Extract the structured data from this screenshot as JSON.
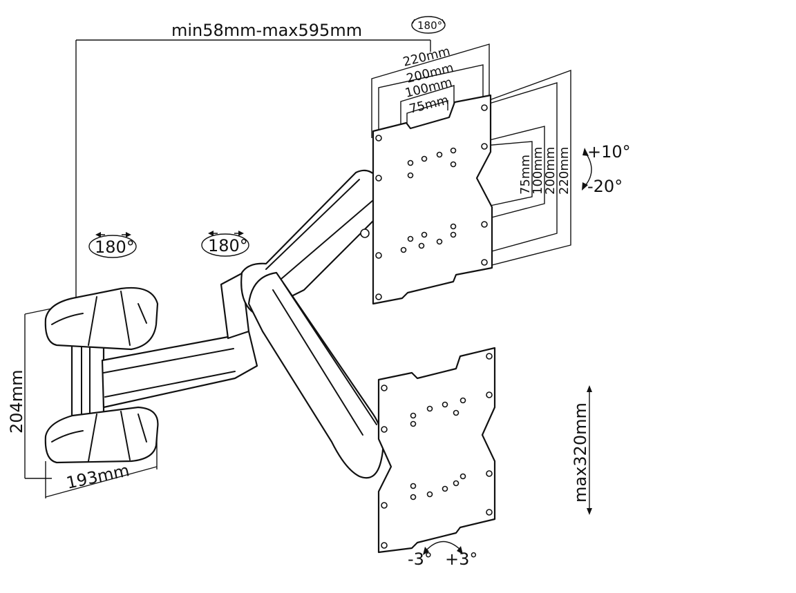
{
  "dimensions": {
    "extension": "min58mm-max595mm",
    "wall_plate_height": "204mm",
    "wall_plate_width": "193mm",
    "vesa_horizontal": [
      "220mm",
      "200mm",
      "100mm",
      "75mm"
    ],
    "vesa_vertical": [
      "75mm",
      "100mm",
      "200mm",
      "220mm"
    ],
    "max_screen": "max320mm"
  },
  "rotation": {
    "top": "180°",
    "left_joint": "180°",
    "mid_joint": "180°"
  },
  "tilt": {
    "up": "+10°",
    "down": "-20°"
  },
  "level": {
    "left": "-3°",
    "right": "+3°"
  }
}
